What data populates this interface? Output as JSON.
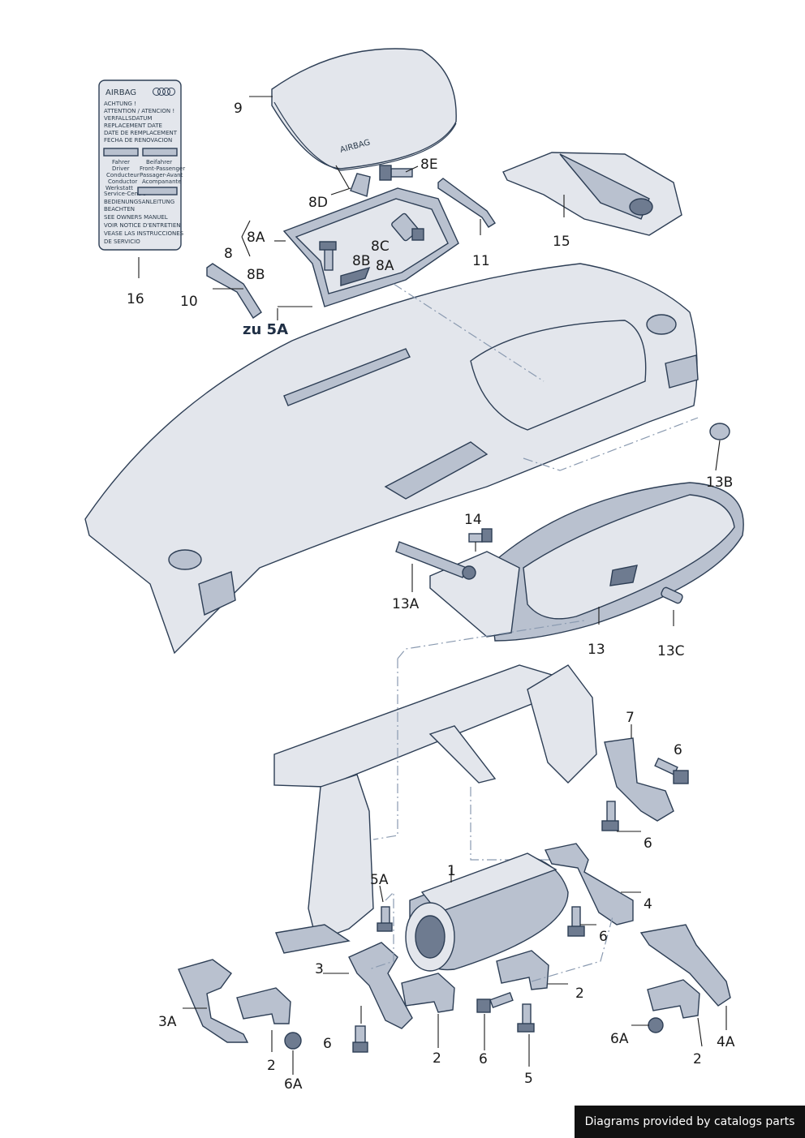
{
  "labels": {
    "l1": "1",
    "l2a": "2",
    "l2b": "2",
    "l2c": "2",
    "l2d": "2",
    "l3": "3",
    "l3a": "3A",
    "l4": "4",
    "l4a": "4A",
    "l5": "5",
    "l5a": "5A",
    "l6a": "6",
    "l6b": "6",
    "l6c": "6",
    "l6d": "6",
    "l6e": "6",
    "l6aa": "6A",
    "l6ab": "6A",
    "l7": "7",
    "l8": "8",
    "l8a1": "8A",
    "l8a2": "8A",
    "l8b1": "8B",
    "l8b2": "8B",
    "l8c": "8C",
    "l8d": "8D",
    "l8e": "8E",
    "l9": "9",
    "l10": "10",
    "l11": "11",
    "l13": "13",
    "l13a": "13A",
    "l13b": "13B",
    "l13c": "13C",
    "l14": "14",
    "l15": "15",
    "l16": "16",
    "zu5a": "zu 5A"
  },
  "airbag_cover_text": "AIRBAG",
  "warning_label": {
    "title": "AIRBAG",
    "lines": [
      "ACHTUNG !",
      "ATTENTION / ATENCION !",
      "VERFALLSDATUM",
      "REPLACEMENT DATE",
      "DATE DE REMPLACEMENT",
      "FECHA DE RENOVACION"
    ],
    "col_left": [
      "Fahrer",
      "Driver",
      "Conducteur",
      "Conductor"
    ],
    "col_right": [
      "Beifahrer",
      "Front-Passenger",
      "Passager-Avant",
      "Acompanante"
    ],
    "workshop": [
      "Werkstatt",
      "Service-Centre"
    ],
    "bottom_lines": [
      "BEDIENUNGSANLEITUNG",
      "BEACHTEN",
      "SEE OWNERS MANUEL",
      "VOIR NOTICE D'ENTRETIEN",
      "VEASE LAS INSTRUCCIONES",
      "DE SERVICIO"
    ]
  },
  "footer": "Diagrams provided by catalogs parts",
  "icons": [
    "audi-rings-logo"
  ]
}
